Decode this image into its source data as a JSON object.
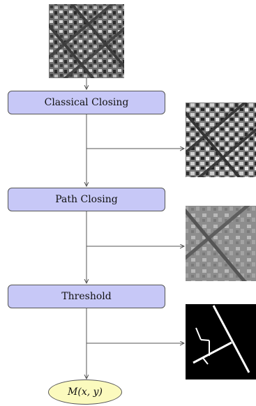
{
  "flow": {
    "steps": [
      {
        "label": "Classical Closing"
      },
      {
        "label": "Path Closing"
      },
      {
        "label": "Threshold"
      }
    ],
    "output": {
      "label": "M(x, y)"
    }
  },
  "images": [
    {
      "name": "input-aerial-image",
      "depicts": "grayscale aerial photo of urban area"
    },
    {
      "name": "classical-closing-result-image",
      "depicts": "grayscale aerial photo after classical closing"
    },
    {
      "name": "path-closing-result-image",
      "depicts": "smoothed grayscale aerial photo after path closing"
    },
    {
      "name": "threshold-result-image",
      "depicts": "binary mask with white road lines on black"
    }
  ],
  "colors": {
    "box_fill": "#c7c8f7",
    "ellipse_fill": "#fbfabe",
    "line": "#555555"
  }
}
